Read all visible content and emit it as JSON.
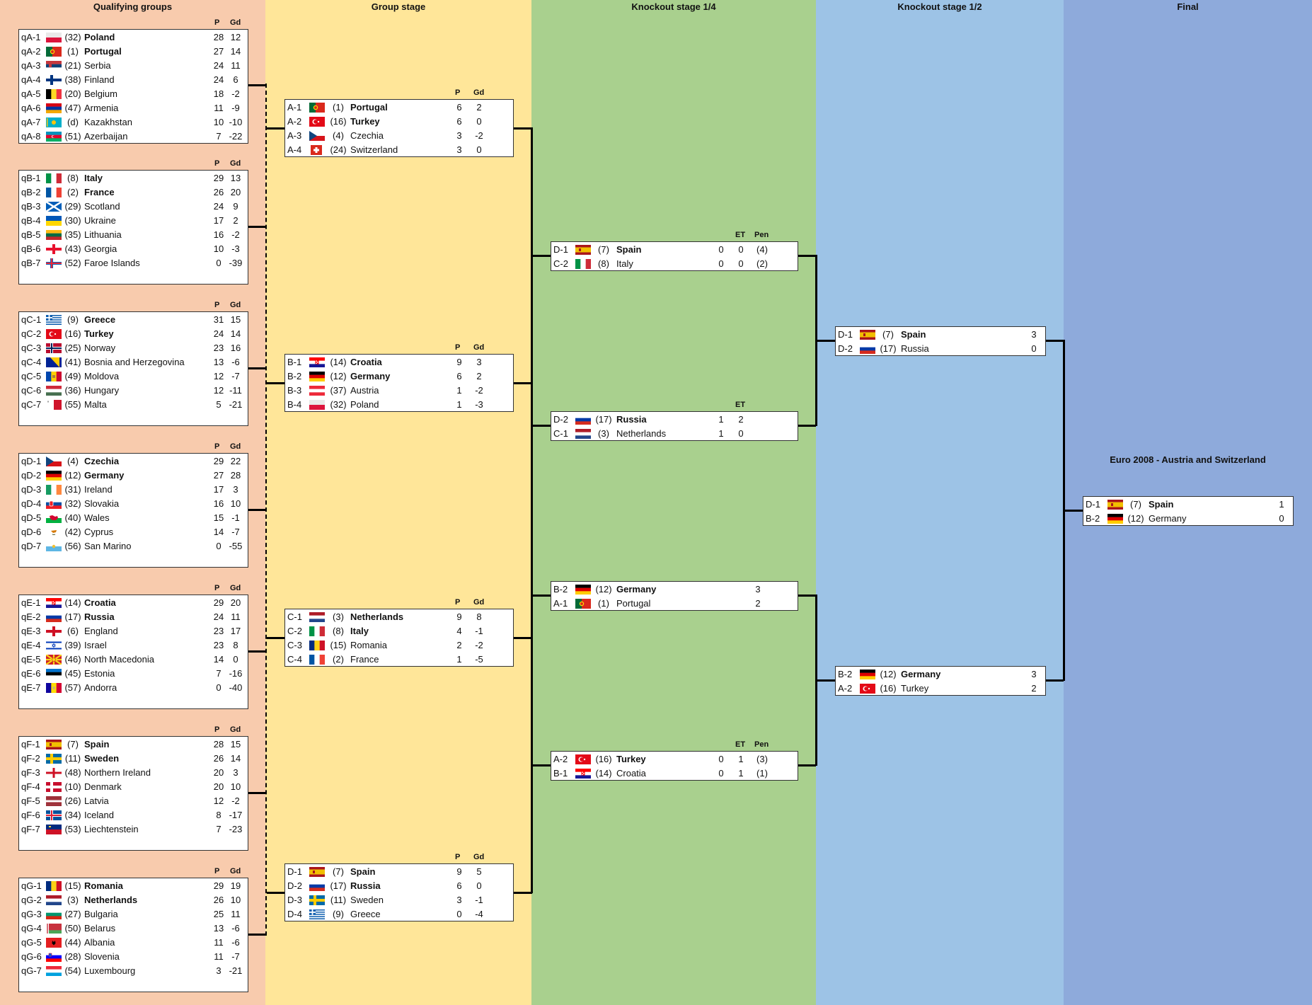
{
  "columns": {
    "qualifying": {
      "title": "Qualifying groups",
      "color": "#f8cbad"
    },
    "group": {
      "title": "Group stage",
      "color": "#ffe699"
    },
    "quarter": {
      "title": "Knockout stage 1/4",
      "color": "#a9d08e"
    },
    "semi": {
      "title": "Knockout stage 1/2",
      "color": "#9dc3e6"
    },
    "final": {
      "title": "Final",
      "color": "#8eaadb"
    }
  },
  "headers": {
    "p": "P",
    "gd": "Gd",
    "et": "ET",
    "pen": "Pen"
  },
  "qualifying_groups": [
    {
      "rows": [
        {
          "code": "qA-1",
          "flag": "poland",
          "rank": "(32)",
          "team": "Poland",
          "p": "28",
          "gd": "12",
          "bold": true
        },
        {
          "code": "qA-2",
          "flag": "portugal",
          "rank": "(1)",
          "team": "Portugal",
          "p": "27",
          "gd": "14",
          "bold": true
        },
        {
          "code": "qA-3",
          "flag": "serbia",
          "rank": "(21)",
          "team": "Serbia",
          "p": "24",
          "gd": "11"
        },
        {
          "code": "qA-4",
          "flag": "finland",
          "rank": "(38)",
          "team": "Finland",
          "p": "24",
          "gd": "6"
        },
        {
          "code": "qA-5",
          "flag": "belgium",
          "rank": "(20)",
          "team": "Belgium",
          "p": "18",
          "gd": "-2"
        },
        {
          "code": "qA-6",
          "flag": "armenia",
          "rank": "(47)",
          "team": "Armenia",
          "p": "11",
          "gd": "-9"
        },
        {
          "code": "qA-7",
          "flag": "kazakhstan",
          "rank": "(d)",
          "team": "Kazakhstan",
          "p": "10",
          "gd": "-10"
        },
        {
          "code": "qA-8",
          "flag": "azerbaijan",
          "rank": "(51)",
          "team": "Azerbaijan",
          "p": "7",
          "gd": "-22"
        }
      ]
    },
    {
      "rows": [
        {
          "code": "qB-1",
          "flag": "italy",
          "rank": "(8)",
          "team": "Italy",
          "p": "29",
          "gd": "13",
          "bold": true
        },
        {
          "code": "qB-2",
          "flag": "france",
          "rank": "(2)",
          "team": "France",
          "p": "26",
          "gd": "20",
          "bold": true
        },
        {
          "code": "qB-3",
          "flag": "scotland",
          "rank": "(29)",
          "team": "Scotland",
          "p": "24",
          "gd": "9"
        },
        {
          "code": "qB-4",
          "flag": "ukraine",
          "rank": "(30)",
          "team": "Ukraine",
          "p": "17",
          "gd": "2"
        },
        {
          "code": "qB-5",
          "flag": "lithuania",
          "rank": "(35)",
          "team": "Lithuania",
          "p": "16",
          "gd": "-2"
        },
        {
          "code": "qB-6",
          "flag": "georgia",
          "rank": "(43)",
          "team": "Georgia",
          "p": "10",
          "gd": "-3"
        },
        {
          "code": "qB-7",
          "flag": "faroe",
          "rank": "(52)",
          "team": "Faroe Islands",
          "p": "0",
          "gd": "-39"
        }
      ]
    },
    {
      "rows": [
        {
          "code": "qC-1",
          "flag": "greece",
          "rank": "(9)",
          "team": "Greece",
          "p": "31",
          "gd": "15",
          "bold": true
        },
        {
          "code": "qC-2",
          "flag": "turkey",
          "rank": "(16)",
          "team": "Turkey",
          "p": "24",
          "gd": "14",
          "bold": true
        },
        {
          "code": "qC-3",
          "flag": "norway",
          "rank": "(25)",
          "team": "Norway",
          "p": "23",
          "gd": "16"
        },
        {
          "code": "qC-4",
          "flag": "bosnia",
          "rank": "(41)",
          "team": "Bosnia and Herzegovina",
          "p": "13",
          "gd": "-6"
        },
        {
          "code": "qC-5",
          "flag": "moldova",
          "rank": "(49)",
          "team": "Moldova",
          "p": "12",
          "gd": "-7"
        },
        {
          "code": "qC-6",
          "flag": "hungary",
          "rank": "(36)",
          "team": "Hungary",
          "p": "12",
          "gd": "-11"
        },
        {
          "code": "qC-7",
          "flag": "malta",
          "rank": "(55)",
          "team": "Malta",
          "p": "5",
          "gd": "-21"
        }
      ]
    },
    {
      "rows": [
        {
          "code": "qD-1",
          "flag": "czechia",
          "rank": "(4)",
          "team": "Czechia",
          "p": "29",
          "gd": "22",
          "bold": true
        },
        {
          "code": "qD-2",
          "flag": "germany",
          "rank": "(12)",
          "team": "Germany",
          "p": "27",
          "gd": "28",
          "bold": true
        },
        {
          "code": "qD-3",
          "flag": "ireland",
          "rank": "(31)",
          "team": "Ireland",
          "p": "17",
          "gd": "3"
        },
        {
          "code": "qD-4",
          "flag": "slovakia",
          "rank": "(32)",
          "team": "Slovakia",
          "p": "16",
          "gd": "10"
        },
        {
          "code": "qD-5",
          "flag": "wales",
          "rank": "(40)",
          "team": "Wales",
          "p": "15",
          "gd": "-1"
        },
        {
          "code": "qD-6",
          "flag": "cyprus",
          "rank": "(42)",
          "team": "Cyprus",
          "p": "14",
          "gd": "-7"
        },
        {
          "code": "qD-7",
          "flag": "sanmarino",
          "rank": "(56)",
          "team": "San Marino",
          "p": "0",
          "gd": "-55"
        }
      ]
    },
    {
      "rows": [
        {
          "code": "qE-1",
          "flag": "croatia",
          "rank": "(14)",
          "team": "Croatia",
          "p": "29",
          "gd": "20",
          "bold": true
        },
        {
          "code": "qE-2",
          "flag": "russia",
          "rank": "(17)",
          "team": "Russia",
          "p": "24",
          "gd": "11",
          "bold": true
        },
        {
          "code": "qE-3",
          "flag": "england",
          "rank": "(6)",
          "team": "England",
          "p": "23",
          "gd": "17"
        },
        {
          "code": "qE-4",
          "flag": "israel",
          "rank": "(39)",
          "team": "Israel",
          "p": "23",
          "gd": "8"
        },
        {
          "code": "qE-5",
          "flag": "macedonia",
          "rank": "(46)",
          "team": "North Macedonia",
          "p": "14",
          "gd": "0"
        },
        {
          "code": "qE-6",
          "flag": "estonia",
          "rank": "(45)",
          "team": "Estonia",
          "p": "7",
          "gd": "-16"
        },
        {
          "code": "qE-7",
          "flag": "andorra",
          "rank": "(57)",
          "team": "Andorra",
          "p": "0",
          "gd": "-40"
        }
      ]
    },
    {
      "rows": [
        {
          "code": "qF-1",
          "flag": "spain",
          "rank": "(7)",
          "team": "Spain",
          "p": "28",
          "gd": "15",
          "bold": true
        },
        {
          "code": "qF-2",
          "flag": "sweden",
          "rank": "(11)",
          "team": "Sweden",
          "p": "26",
          "gd": "14",
          "bold": true
        },
        {
          "code": "qF-3",
          "flag": "nireland",
          "rank": "(48)",
          "team": "Northern Ireland",
          "p": "20",
          "gd": "3"
        },
        {
          "code": "qF-4",
          "flag": "denmark",
          "rank": "(10)",
          "team": "Denmark",
          "p": "20",
          "gd": "10"
        },
        {
          "code": "qF-5",
          "flag": "latvia",
          "rank": "(26)",
          "team": "Latvia",
          "p": "12",
          "gd": "-2"
        },
        {
          "code": "qF-6",
          "flag": "iceland",
          "rank": "(34)",
          "team": "Iceland",
          "p": "8",
          "gd": "-17"
        },
        {
          "code": "qF-7",
          "flag": "liechtenstein",
          "rank": "(53)",
          "team": "Liechtenstein",
          "p": "7",
          "gd": "-23"
        }
      ]
    },
    {
      "rows": [
        {
          "code": "qG-1",
          "flag": "romania",
          "rank": "(15)",
          "team": "Romania",
          "p": "29",
          "gd": "19",
          "bold": true
        },
        {
          "code": "qG-2",
          "flag": "netherlands",
          "rank": "(3)",
          "team": "Netherlands",
          "p": "26",
          "gd": "10",
          "bold": true
        },
        {
          "code": "qG-3",
          "flag": "bulgaria",
          "rank": "(27)",
          "team": "Bulgaria",
          "p": "25",
          "gd": "11"
        },
        {
          "code": "qG-4",
          "flag": "belarus",
          "rank": "(50)",
          "team": "Belarus",
          "p": "13",
          "gd": "-6"
        },
        {
          "code": "qG-5",
          "flag": "albania",
          "rank": "(44)",
          "team": "Albania",
          "p": "11",
          "gd": "-6"
        },
        {
          "code": "qG-6",
          "flag": "slovenia",
          "rank": "(28)",
          "team": "Slovenia",
          "p": "11",
          "gd": "-7"
        },
        {
          "code": "qG-7",
          "flag": "luxembourg",
          "rank": "(54)",
          "team": "Luxembourg",
          "p": "3",
          "gd": "-21"
        }
      ]
    }
  ],
  "group_stage": [
    {
      "rows": [
        {
          "code": "A-1",
          "flag": "portugal",
          "rank": "(1)",
          "team": "Portugal",
          "p": "6",
          "gd": "2",
          "bold": true
        },
        {
          "code": "A-2",
          "flag": "turkey",
          "rank": "(16)",
          "team": "Turkey",
          "p": "6",
          "gd": "0",
          "bold": true
        },
        {
          "code": "A-3",
          "flag": "czechia",
          "rank": "(4)",
          "team": "Czechia",
          "p": "3",
          "gd": "-2"
        },
        {
          "code": "A-4",
          "flag": "switzerland",
          "rank": "(24)",
          "team": "Switzerland",
          "p": "3",
          "gd": "0"
        }
      ]
    },
    {
      "rows": [
        {
          "code": "B-1",
          "flag": "croatia",
          "rank": "(14)",
          "team": "Croatia",
          "p": "9",
          "gd": "3",
          "bold": true
        },
        {
          "code": "B-2",
          "flag": "germany",
          "rank": "(12)",
          "team": "Germany",
          "p": "6",
          "gd": "2",
          "bold": true
        },
        {
          "code": "B-3",
          "flag": "austria",
          "rank": "(37)",
          "team": "Austria",
          "p": "1",
          "gd": "-2"
        },
        {
          "code": "B-4",
          "flag": "poland",
          "rank": "(32)",
          "team": "Poland",
          "p": "1",
          "gd": "-3"
        }
      ]
    },
    {
      "rows": [
        {
          "code": "C-1",
          "flag": "netherlands",
          "rank": "(3)",
          "team": "Netherlands",
          "p": "9",
          "gd": "8",
          "bold": true
        },
        {
          "code": "C-2",
          "flag": "italy",
          "rank": "(8)",
          "team": "Italy",
          "p": "4",
          "gd": "-1",
          "bold": true
        },
        {
          "code": "C-3",
          "flag": "romania",
          "rank": "(15)",
          "team": "Romania",
          "p": "2",
          "gd": "-2"
        },
        {
          "code": "C-4",
          "flag": "france",
          "rank": "(2)",
          "team": "France",
          "p": "1",
          "gd": "-5"
        }
      ]
    },
    {
      "rows": [
        {
          "code": "D-1",
          "flag": "spain",
          "rank": "(7)",
          "team": "Spain",
          "p": "9",
          "gd": "5",
          "bold": true
        },
        {
          "code": "D-2",
          "flag": "russia",
          "rank": "(17)",
          "team": "Russia",
          "p": "6",
          "gd": "0",
          "bold": true
        },
        {
          "code": "D-3",
          "flag": "sweden",
          "rank": "(11)",
          "team": "Sweden",
          "p": "3",
          "gd": "-1"
        },
        {
          "code": "D-4",
          "flag": "greece",
          "rank": "(9)",
          "team": "Greece",
          "p": "0",
          "gd": "-4"
        }
      ]
    }
  ],
  "quarter_finals": [
    {
      "headers": [
        "ET",
        "Pen"
      ],
      "rows": [
        {
          "code": "D-1",
          "flag": "spain",
          "rank": "(7)",
          "team": "Spain",
          "scores": [
            "0",
            "0",
            "(4)"
          ],
          "bold": true
        },
        {
          "code": "C-2",
          "flag": "italy",
          "rank": "(8)",
          "team": "Italy",
          "scores": [
            "0",
            "0",
            "(2)"
          ]
        }
      ]
    },
    {
      "headers": [
        "ET"
      ],
      "rows": [
        {
          "code": "D-2",
          "flag": "russia",
          "rank": "(17)",
          "team": "Russia",
          "scores": [
            "1",
            "2"
          ],
          "bold": true
        },
        {
          "code": "C-1",
          "flag": "netherlands",
          "rank": "(3)",
          "team": "Netherlands",
          "scores": [
            "1",
            "0"
          ]
        }
      ]
    },
    {
      "headers": [],
      "rows": [
        {
          "code": "B-2",
          "flag": "germany",
          "rank": "(12)",
          "team": "Germany",
          "scores": [
            "3"
          ],
          "bold": true
        },
        {
          "code": "A-1",
          "flag": "portugal",
          "rank": "(1)",
          "team": "Portugal",
          "scores": [
            "2"
          ]
        }
      ]
    },
    {
      "headers": [
        "ET",
        "Pen"
      ],
      "rows": [
        {
          "code": "A-2",
          "flag": "turkey",
          "rank": "(16)",
          "team": "Turkey",
          "scores": [
            "0",
            "1",
            "(3)"
          ],
          "bold": true
        },
        {
          "code": "B-1",
          "flag": "croatia",
          "rank": "(14)",
          "team": "Croatia",
          "scores": [
            "0",
            "1",
            "(1)"
          ]
        }
      ]
    }
  ],
  "semi_finals": [
    {
      "rows": [
        {
          "code": "D-1",
          "flag": "spain",
          "rank": "(7)",
          "team": "Spain",
          "scores": [
            "3"
          ],
          "bold": true
        },
        {
          "code": "D-2",
          "flag": "russia",
          "rank": "(17)",
          "team": "Russia",
          "scores": [
            "0"
          ]
        }
      ]
    },
    {
      "rows": [
        {
          "code": "B-2",
          "flag": "germany",
          "rank": "(12)",
          "team": "Germany",
          "scores": [
            "3"
          ],
          "bold": true
        },
        {
          "code": "A-2",
          "flag": "turkey",
          "rank": "(16)",
          "team": "Turkey",
          "scores": [
            "2"
          ]
        }
      ]
    }
  ],
  "final": {
    "title": "Euro 2008 - Austria and Switzerland",
    "rows": [
      {
        "code": "D-1",
        "flag": "spain",
        "rank": "(7)",
        "team": "Spain",
        "scores": [
          "1"
        ],
        "bold": true
      },
      {
        "code": "B-2",
        "flag": "germany",
        "rank": "(12)",
        "team": "Germany",
        "scores": [
          "0"
        ]
      }
    ]
  }
}
